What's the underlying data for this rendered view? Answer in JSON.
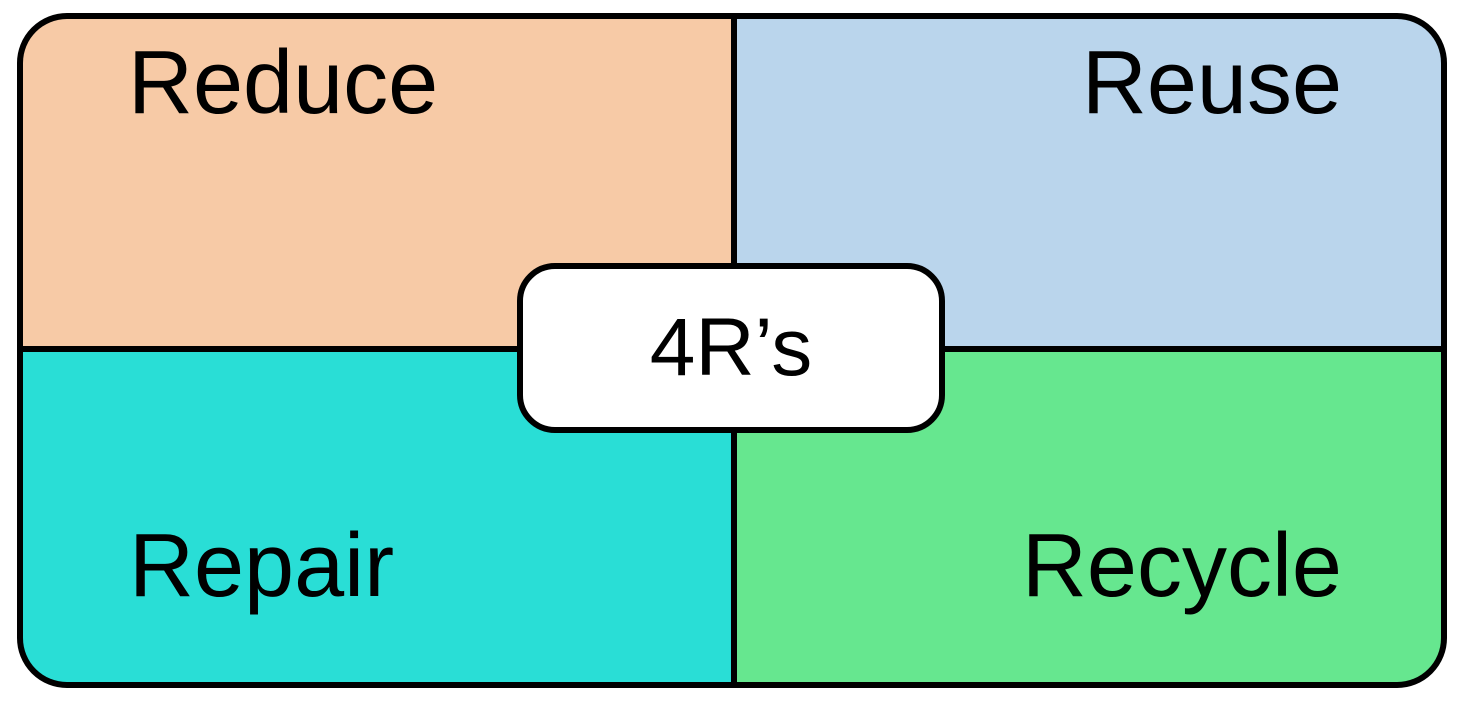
{
  "diagram": {
    "center_label": "4R’s",
    "quadrants": [
      {
        "position": "top-left",
        "label": "Reduce",
        "color": "#F7CAA6"
      },
      {
        "position": "top-right",
        "label": "Reuse",
        "color": "#BAD5EC"
      },
      {
        "position": "bottom-left",
        "label": "Repair",
        "color": "#29DED6"
      },
      {
        "position": "bottom-right",
        "label": "Recycle",
        "color": "#66E78F"
      }
    ],
    "colors": {
      "divider_and_border": "#000000",
      "center_badge_background": "#FFFFFF",
      "text": "#000000",
      "page_background": "#FFFFFF"
    }
  }
}
